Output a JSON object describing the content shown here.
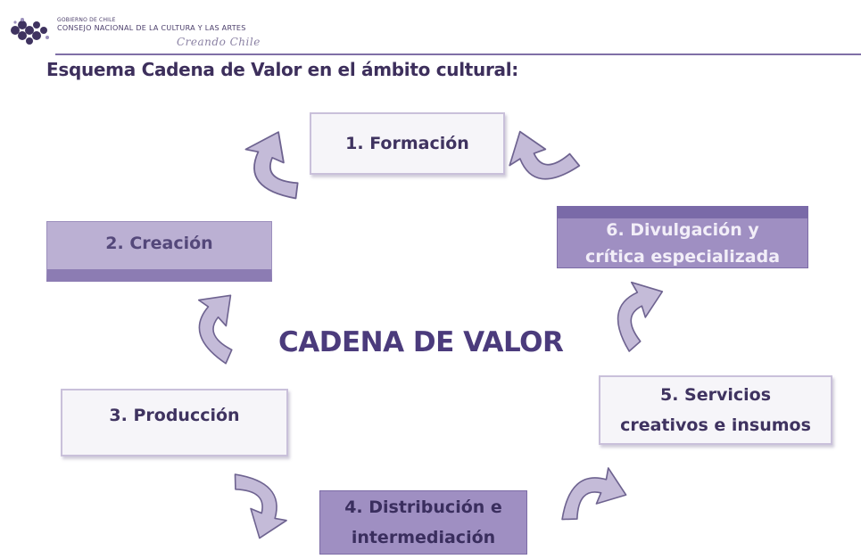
{
  "header": {
    "line1": "GOBIERNO DE CHILE",
    "line2": "CONSEJO NACIONAL DE LA CULTURA Y LAS ARTES",
    "tagline": "Creando Chile"
  },
  "title": "Esquema Cadena de Valor en el ámbito cultural:",
  "center_title": "CADENA DE VALOR",
  "stages": {
    "s1": [
      "1. Formación"
    ],
    "s2": [
      "2. Creación"
    ],
    "s3": [
      "3. Producción"
    ],
    "s4": [
      "4. Distribución e",
      "intermediación"
    ],
    "s5": [
      "5. Servicios",
      "creativos e insumos"
    ],
    "s6": [
      "6. Divulgación y",
      "crítica especializada"
    ]
  },
  "colors": {
    "arrow_fill": "#c4bbd8",
    "arrow_stroke": "#6e6390",
    "accent": "#7f6fa7"
  }
}
